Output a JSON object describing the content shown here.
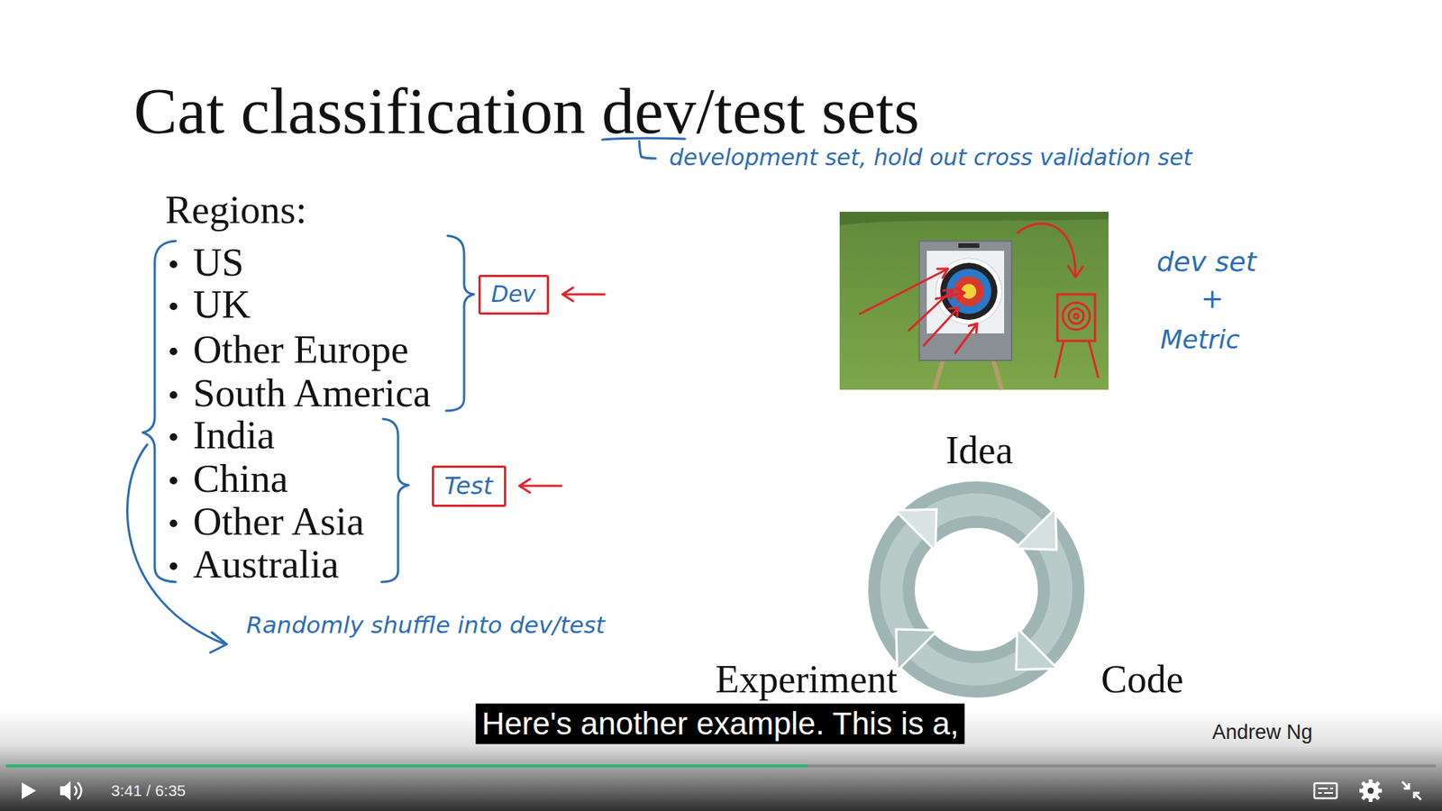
{
  "diagram": {
    "title": "Cat classification dev/test sets",
    "nodes": [
      {
        "text": [
          "Dev"
        ]
      },
      {
        "text": [
          "Test"
        ]
      }
    ],
    "labels": [
      "development set, hold out cross validation set",
      "Regions:",
      "US",
      "UK",
      "Other Europe",
      "South America",
      "India",
      "China",
      "Other Asia",
      "Australia",
      "Randomly shuffle into dev/test",
      "dev set",
      "+",
      "Metric",
      "Idea",
      "Experiment",
      "Code",
      "Andrew Ng",
      "Here's another example. This is a,",
      "3:41 / 6:35"
    ]
  }
}
